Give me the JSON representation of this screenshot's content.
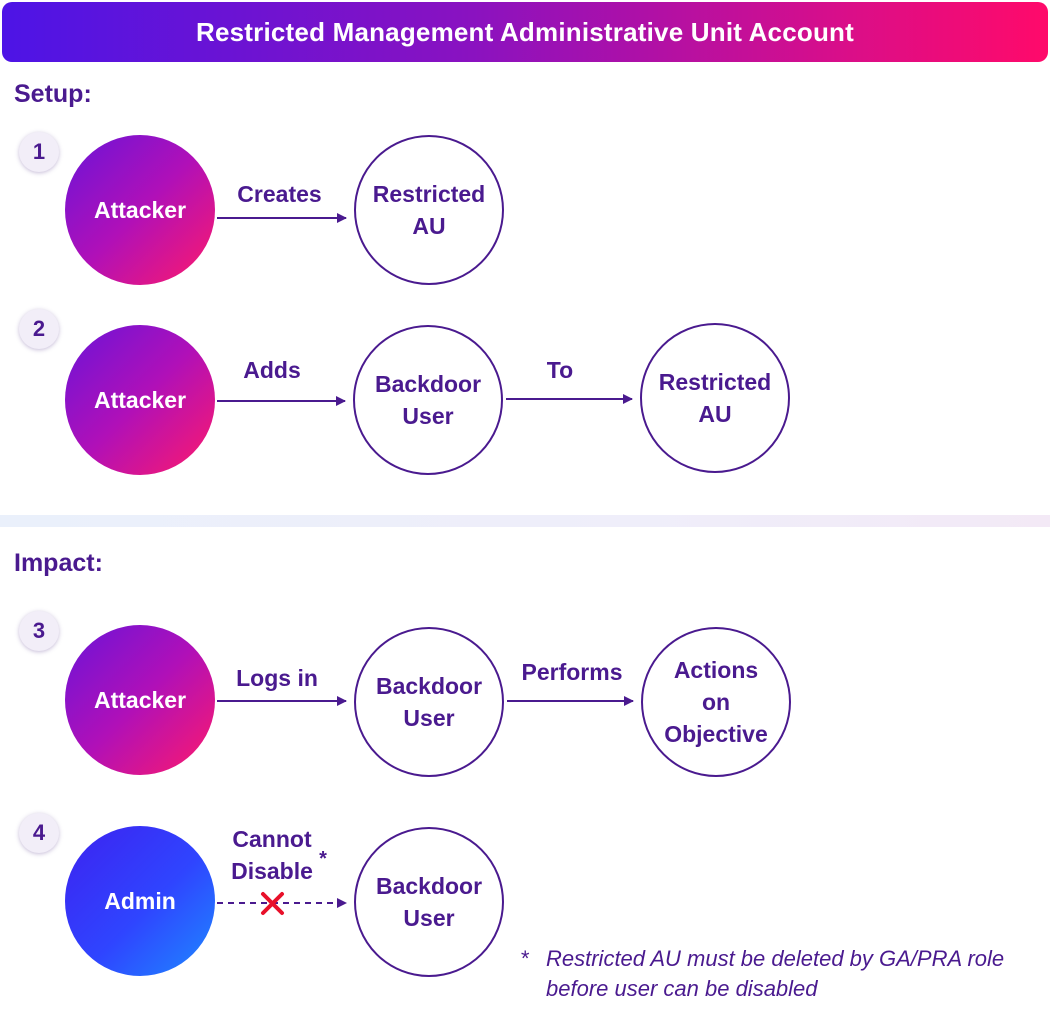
{
  "title": "Restricted Management Administrative Unit Account",
  "sections": {
    "setup": "Setup:",
    "impact": "Impact:"
  },
  "steps": [
    "1",
    "2",
    "3",
    "4"
  ],
  "nodes": {
    "attacker": "Attacker",
    "admin": "Admin",
    "restricted_au": "Restricted\nAU",
    "backdoor_user": "Backdoor\nUser",
    "actions": "Actions\non\nObjective"
  },
  "edge_labels": {
    "creates": "Creates",
    "adds": "Adds",
    "to": "To",
    "logs_in": "Logs in",
    "performs": "Performs",
    "cannot_disable": "Cannot\nDisable",
    "asterisk": "*"
  },
  "footnote": {
    "marker": "*",
    "text": "Restricted AU must be deleted by GA/PRA role before user can be disabled"
  },
  "colors": {
    "primary": "#4a1a8f",
    "header_gradient": [
      "#4d14e6",
      "#ff0a6a"
    ],
    "actor_gradient": [
      "#6a14d8",
      "#ff1a6a"
    ],
    "admin_gradient": [
      "#3d22f0",
      "#1e8aff"
    ],
    "blocked": "#e8102a"
  },
  "icons": {
    "arrow": "arrow-right-icon",
    "blocked": "x-mark-icon"
  }
}
